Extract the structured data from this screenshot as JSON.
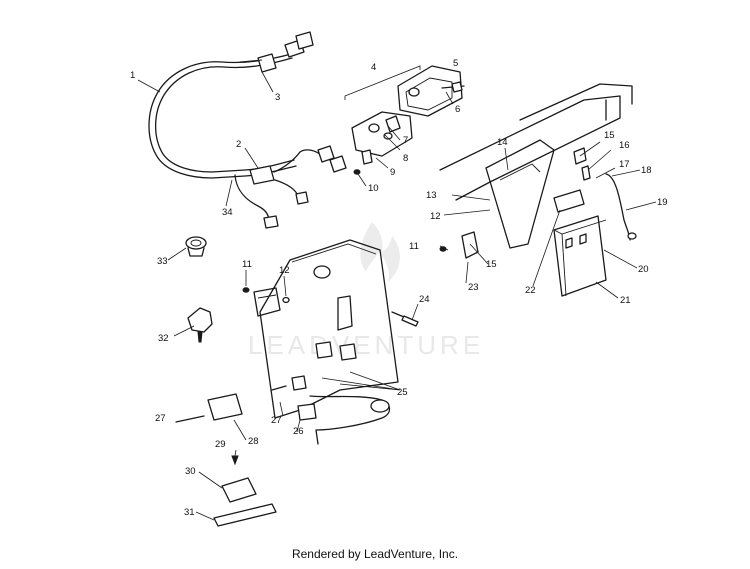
{
  "diagram": {
    "callouts": [
      {
        "id": "c1",
        "text": "1"
      },
      {
        "id": "c2",
        "text": "2"
      },
      {
        "id": "c3",
        "text": "3"
      },
      {
        "id": "c4",
        "text": "4"
      },
      {
        "id": "c5",
        "text": "5"
      },
      {
        "id": "c6",
        "text": "6"
      },
      {
        "id": "c7",
        "text": "7"
      },
      {
        "id": "c8",
        "text": "8"
      },
      {
        "id": "c9",
        "text": "9"
      },
      {
        "id": "c10",
        "text": "10"
      },
      {
        "id": "c11a",
        "text": "11"
      },
      {
        "id": "c11b",
        "text": "11"
      },
      {
        "id": "c12a",
        "text": "12"
      },
      {
        "id": "c12b",
        "text": "12"
      },
      {
        "id": "c13",
        "text": "13"
      },
      {
        "id": "c14",
        "text": "14"
      },
      {
        "id": "c15a",
        "text": "15"
      },
      {
        "id": "c15b",
        "text": "15"
      },
      {
        "id": "c16",
        "text": "16"
      },
      {
        "id": "c17",
        "text": "17"
      },
      {
        "id": "c18",
        "text": "18"
      },
      {
        "id": "c19",
        "text": "19"
      },
      {
        "id": "c20",
        "text": "20"
      },
      {
        "id": "c21",
        "text": "21"
      },
      {
        "id": "c22",
        "text": "22"
      },
      {
        "id": "c23",
        "text": "23"
      },
      {
        "id": "c24",
        "text": "24"
      },
      {
        "id": "c25",
        "text": "25"
      },
      {
        "id": "c26",
        "text": "26"
      },
      {
        "id": "c27a",
        "text": "27"
      },
      {
        "id": "c27b",
        "text": "27"
      },
      {
        "id": "c28",
        "text": "28"
      },
      {
        "id": "c29",
        "text": "29"
      },
      {
        "id": "c30",
        "text": "30"
      },
      {
        "id": "c31",
        "text": "31"
      },
      {
        "id": "c32",
        "text": "32"
      },
      {
        "id": "c33",
        "text": "33"
      },
      {
        "id": "c34",
        "text": "34"
      }
    ]
  },
  "watermark": {
    "text": "LEADVENTURE"
  },
  "footer": {
    "text": "Rendered by LeadVenture, Inc."
  }
}
